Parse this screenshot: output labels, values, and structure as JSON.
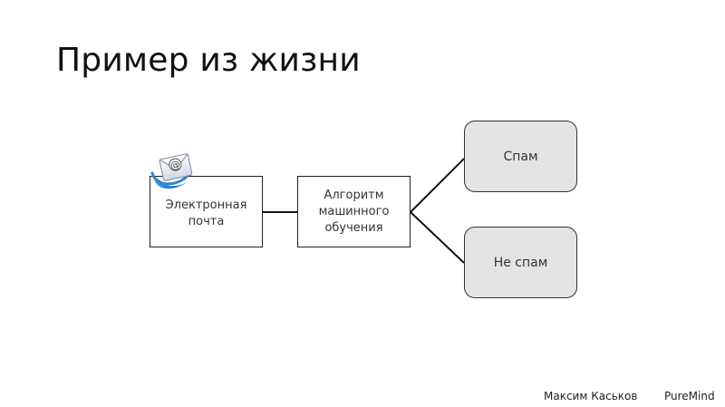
{
  "slide": {
    "title": "Пример из жизни"
  },
  "diagram": {
    "nodes": {
      "email": {
        "label": "Электронная почта",
        "icon": "email-at-icon"
      },
      "algorithm": {
        "label": "Алгоритм машинного обучения"
      },
      "spam": {
        "label": "Спам"
      },
      "not_spam": {
        "label": "Не спам"
      }
    },
    "edges": [
      {
        "from": "email",
        "to": "algorithm"
      },
      {
        "from": "algorithm",
        "to": "spam"
      },
      {
        "from": "algorithm",
        "to": "not_spam"
      }
    ]
  },
  "footer": {
    "author": "Максим Каськов",
    "brand": "PureMind"
  },
  "colors": {
    "outcome_fill": "#e4e4e4",
    "border": "#222222",
    "text": "#333333"
  }
}
